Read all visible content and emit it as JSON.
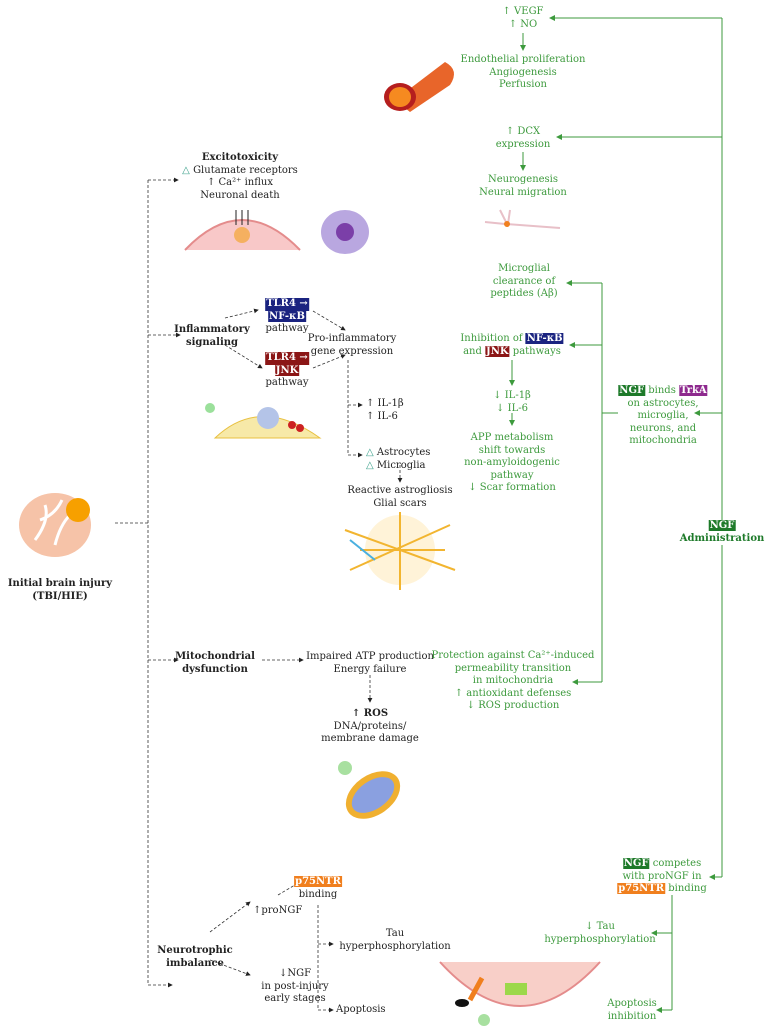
{
  "colors": {
    "green": "#3d9a3d",
    "navy": "#1a2380",
    "dark_red": "#8b1616",
    "orange": "#f07f1e",
    "ngf_badge": "#1e7a2a",
    "trka_badge": "#8e2a8e"
  },
  "injury": {
    "title": "Initial brain injury",
    "subtitle": "(TBI/HIE)",
    "icon": "brain-icon"
  },
  "excitotoxicity": {
    "title": "Excitotoxicity",
    "lines": [
      "Glutamate receptors",
      "↑ Ca²⁺ influx",
      "Neuronal death"
    ],
    "delta": "△",
    "ca_label": "Ca²⁺"
  },
  "inflammatory": {
    "title": [
      "Inflammatory",
      "signaling"
    ],
    "nfkb_badge": [
      "TLR4 →",
      "NF-κB"
    ],
    "jnk_badge": [
      "TLR4 →",
      "JNK"
    ],
    "pathway": "pathway",
    "gene": [
      "Pro-inflammatory",
      "gene expression"
    ],
    "cytokines": [
      "↑ IL-1β",
      "↑ IL-6"
    ],
    "glia": [
      "Astrocytes",
      "Microglia"
    ],
    "delta": "△",
    "reactive": [
      "Reactive astrogliosis",
      "Glial scars"
    ]
  },
  "mito": {
    "title": [
      "Mitochondrial",
      "dysfunction"
    ],
    "atp": [
      "Impaired ATP production",
      "Energy failure"
    ],
    "ros_head": "↑ ROS",
    "ros": [
      "DNA/proteins/",
      "membrane damage"
    ]
  },
  "neurotrophic": {
    "title": [
      "Neurotrophic",
      "imbalance"
    ],
    "pro": "↑proNGF",
    "p75": "p75NTR",
    "binding": "binding",
    "tau": [
      "Tau",
      "hyperphosphorylation"
    ],
    "ngf": [
      "↓NGF",
      "in post-injury",
      "early stages"
    ],
    "apoptosis": "Apoptosis"
  },
  "ngf_effects": {
    "vegf": [
      "↑ VEGF",
      "↑ NO"
    ],
    "endothelial": [
      "Endothelial proliferation",
      "Angiogenesis",
      "Perfusion"
    ],
    "dcx": [
      "↑ DCX",
      "expression"
    ],
    "neurogenesis": [
      "Neurogenesis",
      "Neural migration"
    ],
    "microglial": [
      "Microglial",
      "clearance of",
      "peptides (Aβ)"
    ],
    "inhibition": {
      "pre": "Inhibition of ",
      "nfkb": "NF-κB",
      "and": "and ",
      "jnk": "JNK",
      "post": " pathways"
    },
    "il": [
      "↓ IL-1β",
      "↓ IL-6"
    ],
    "app": [
      "APP metabolism",
      "shift towards",
      "non-amyloidogenic",
      "pathway",
      "↓ Scar formation"
    ],
    "binds": {
      "ngf": "NGF",
      "mid": " binds ",
      "trka": "TrkA",
      "lines": [
        "on astrocytes,",
        "microglia,",
        "neurons, and",
        "mitochondria"
      ]
    },
    "admin": {
      "ngf": "NGF",
      "label": "Administration"
    },
    "protection": [
      "Protection against Ca²⁺-induced",
      "permeability transition",
      "in mitochondria",
      "↑ antioxidant defenses",
      "↓ ROS production"
    ],
    "competes": {
      "ngf": "NGF",
      "l1": " competes",
      "l2": "with proNGF in",
      "p75": "p75NTR",
      "l3": " binding"
    },
    "tau": [
      "↓ Tau",
      "hyperphosphorylation"
    ],
    "apoptosis": [
      "Apoptosis",
      "inhibition"
    ]
  }
}
